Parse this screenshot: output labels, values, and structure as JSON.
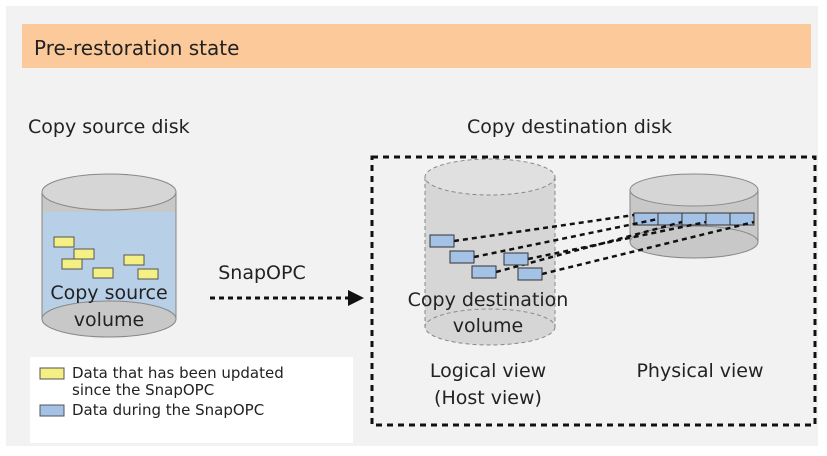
{
  "title": "Pre-restoration state",
  "source": {
    "disk_label": "Copy source disk",
    "volume_label_line1": "Copy source",
    "volume_label_line2": "volume"
  },
  "arrow_label": "SnapOPC",
  "destination": {
    "disk_label": "Copy destination disk",
    "volume_label_line1": "Copy destination",
    "volume_label_line2": "volume",
    "logical_view_line1": "Logical view",
    "logical_view_line2": "(Host view)",
    "physical_view": "Physical view"
  },
  "legend": {
    "updated_line1": "Data that has been updated",
    "updated_line2": "since the SnapOPC",
    "during": "Data during the SnapOPC"
  },
  "colors": {
    "panel_bg": "#f2f2f2",
    "title_bar": "#fbc99a",
    "disk_gray": "#c8c8c8",
    "disk_fill_blue": "#b8cfe8",
    "updated_block": "#f4f083",
    "data_block": "#a4c2e6"
  }
}
